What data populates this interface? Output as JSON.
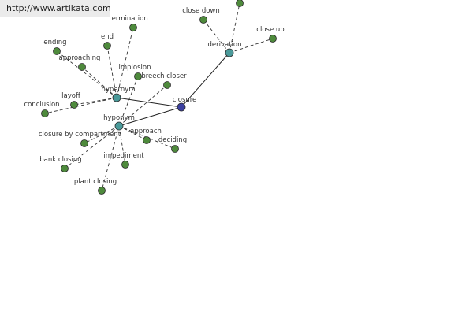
{
  "site_url": "http://www.artikata.com",
  "colors": {
    "center_node": "#3b3fa0",
    "relation_node": "#4a9a9a",
    "leaf_node": "#4e8a3c",
    "background": "#ffffff"
  },
  "center": {
    "id": "closure",
    "label": "closure"
  },
  "relations": [
    {
      "id": "hypernym",
      "label": "hypernym"
    },
    {
      "id": "hyponym",
      "label": "hyponym"
    },
    {
      "id": "derivation",
      "label": "derivation"
    }
  ],
  "terms": [
    {
      "id": "termination",
      "label": "termination",
      "relation": "hypernym"
    },
    {
      "id": "end",
      "label": "end",
      "relation": "hypernym"
    },
    {
      "id": "ending",
      "label": "ending",
      "relation": "hypernym"
    },
    {
      "id": "approaching",
      "label": "approaching",
      "relation": "hypernym"
    },
    {
      "id": "layoff",
      "label": "layoff",
      "relation": "hypernym"
    },
    {
      "id": "conclusion",
      "label": "conclusion",
      "relation": "hypernym"
    },
    {
      "id": "implosion",
      "label": "implosion",
      "relation": "hyponym"
    },
    {
      "id": "breech-closer",
      "label": "breech closer",
      "relation": "hyponym"
    },
    {
      "id": "approach",
      "label": "approach",
      "relation": "hyponym"
    },
    {
      "id": "deciding",
      "label": "deciding",
      "relation": "hyponym"
    },
    {
      "id": "closure-by-compartment",
      "label": "closure by compartment",
      "relation": "hyponym"
    },
    {
      "id": "impediment",
      "label": "impediment",
      "relation": "hyponym"
    },
    {
      "id": "bank-closing",
      "label": "bank closing",
      "relation": "hyponym"
    },
    {
      "id": "plant-closing",
      "label": "plant closing",
      "relation": "hyponym"
    },
    {
      "id": "close-down",
      "label": "close down",
      "relation": "derivation"
    },
    {
      "id": "close-up",
      "label": "close up",
      "relation": "derivation"
    },
    {
      "id": "offscreen-term",
      "label": "",
      "relation": "derivation"
    }
  ]
}
